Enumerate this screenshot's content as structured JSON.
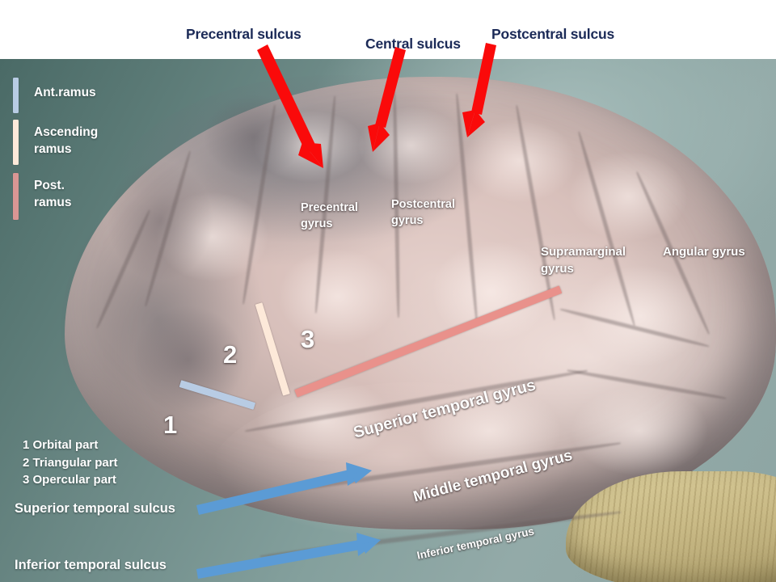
{
  "image": {
    "subject": "Lateral surface of the human brain (anatomical model) with annotations",
    "background_color": "#7d9996",
    "header_background": "#ffffff"
  },
  "header": {
    "labels": [
      {
        "text": "Precentral sulcus",
        "color": "#1b2a57"
      },
      {
        "text": "Central sulcus",
        "color": "#1b2a57"
      },
      {
        "text": "Postcentral sulcus",
        "color": "#1b2a57"
      }
    ]
  },
  "legend": {
    "items": [
      {
        "label": "Ant.ramus",
        "color": "#b8cce4"
      },
      {
        "label": "Ascending\nramus",
        "color": "#fde9d9"
      },
      {
        "label": "Post.\nramus",
        "color": "#d99694"
      }
    ]
  },
  "brain_labels": {
    "precentral_gyrus": "Precentral\ngyrus",
    "postcentral_gyrus": "Postcentral\ngyrus",
    "supramarginal_gyrus": "Supramarginal\ngyrus",
    "angular_gyrus": "Angular gyrus",
    "superior_temporal_gyrus": "Superior temporal gyrus",
    "middle_temporal_gyrus": "Middle temporal gyrus",
    "inferior_temporal_gyrus": "Inferior temporal gyrus"
  },
  "markers": {
    "one": "1",
    "two": "2",
    "three": "3"
  },
  "parts_key": {
    "text": "1 Orbital part\n2 Triangular part\n3 Opercular part"
  },
  "sulcus_labels": {
    "superior_temporal_sulcus": "Superior  temporal sulcus",
    "inferior_temporal_sulcus": "Inferior temporal  sulcus"
  },
  "colors": {
    "arrow_red": "#fa0a0a",
    "arrow_blue": "#5b9bd5",
    "label_navy": "#1b2a57",
    "label_white": "#ffffff",
    "ant_ramus": "#b8cce4",
    "ascending_ramus": "#fde9d9",
    "post_ramus": "#e9918b",
    "brain_tissue": "#d8c0bb",
    "cerebellum": "#c9ba86"
  }
}
